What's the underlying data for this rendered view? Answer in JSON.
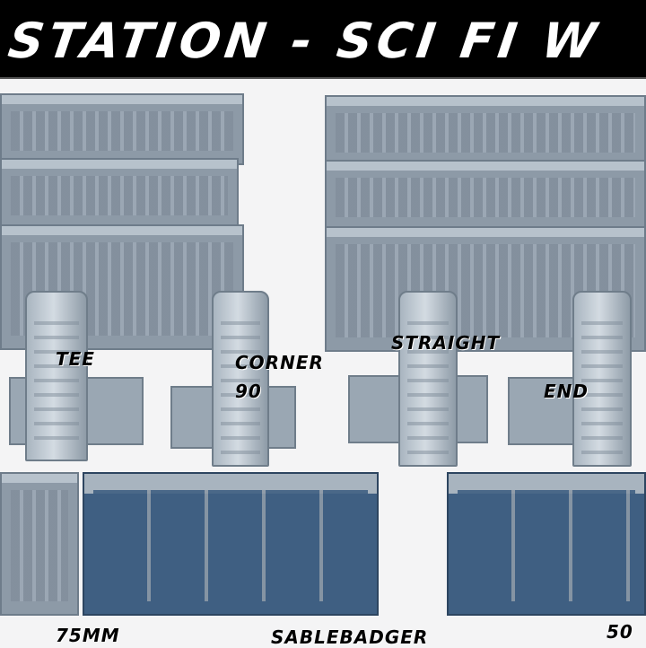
{
  "title": "STATION - SCI FI W",
  "labels": {
    "tee": "TEE",
    "corner": "CORNER",
    "corner_angle": "90",
    "straight": "STRAIGHT",
    "end": "END",
    "size_75": "75MM",
    "brand": "SABLEBADGER",
    "size_50": "50"
  }
}
